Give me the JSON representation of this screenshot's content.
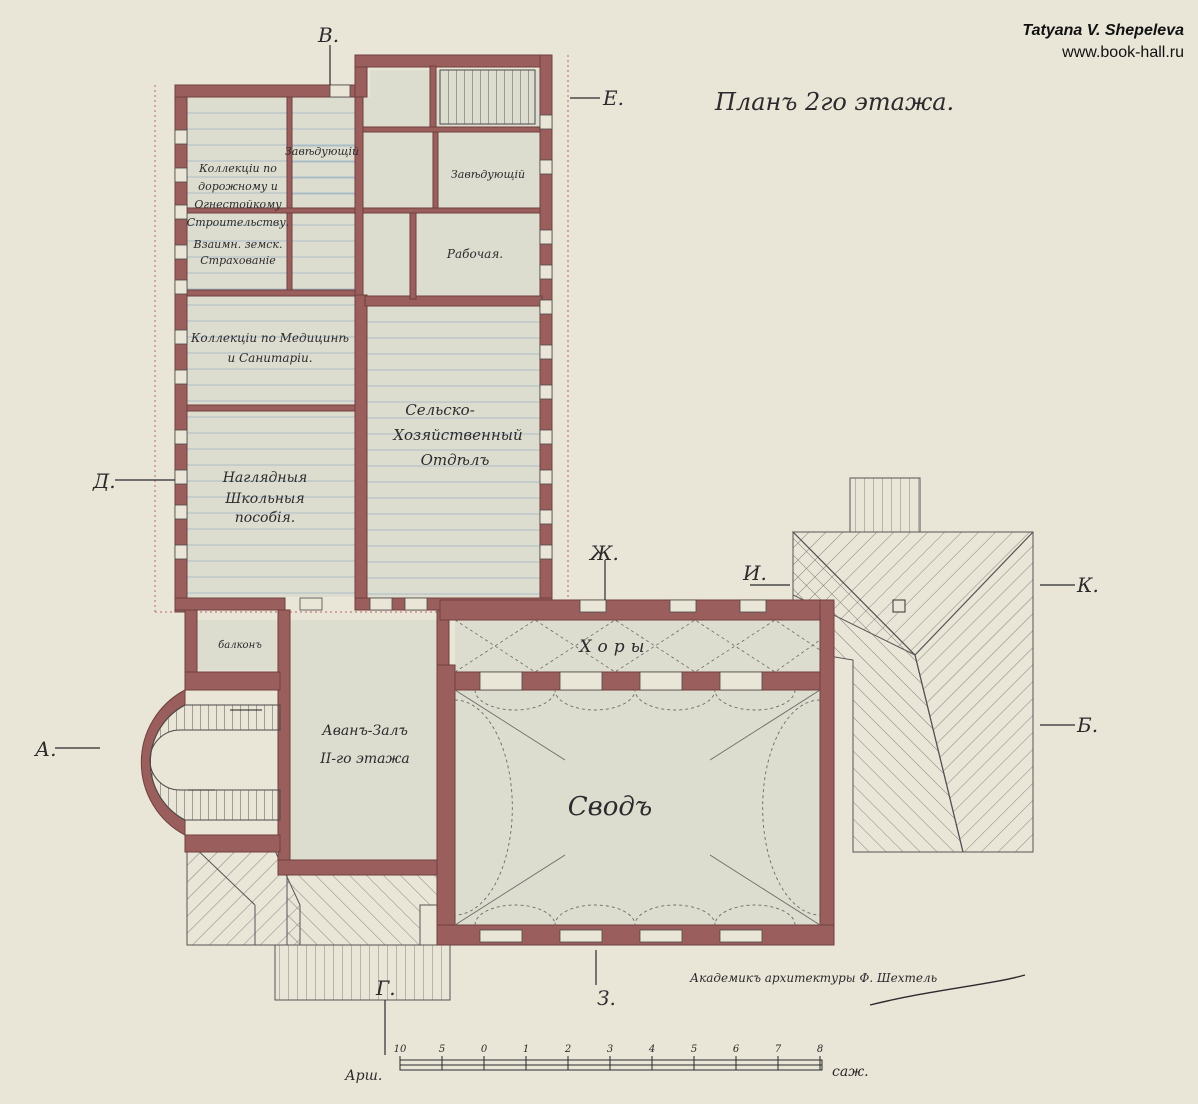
{
  "watermark": {
    "author": "Tatyana V. Shepeleva",
    "site": "www.book-hall.ru"
  },
  "title": "Планъ 2го этажа.",
  "signature": "Академикъ архитектуры Ф. Шехтель",
  "rooms": {
    "collections_roads": [
      "Коллекціи по",
      "дорожному и",
      "Огнестойкому",
      "Строительству."
    ],
    "insurance": [
      "Взаимн. земск.",
      "Страхованіе"
    ],
    "manager_1": "Завѣдующій",
    "manager_2": "Завѣдующій",
    "workroom": "Рабочая.",
    "collections_medicine": [
      "Коллекціи по Медицинѣ",
      "и Санитаріи."
    ],
    "agricultural": [
      "Сельско-",
      "Хозяйственный",
      "Отдѣлъ"
    ],
    "school_aids": [
      "Наглядныя",
      "Школьныя",
      "пособія."
    ],
    "balcony": "балконъ",
    "choir": "Хоры",
    "anteroom": [
      "Аванъ-Залъ",
      "II-го этажа"
    ],
    "vault": "Сводъ"
  },
  "section_marks": [
    "В.",
    "Е.",
    "Д.",
    "Ж.",
    "И.",
    "К.",
    "Б.",
    "А.",
    "З.",
    "Г."
  ],
  "scale": {
    "label": "Арш.",
    "end_label": "саж.",
    "ticks": [
      "10",
      "5",
      "0",
      "1",
      "2",
      "3",
      "4",
      "5",
      "6",
      "7",
      "8"
    ]
  },
  "colors": {
    "paper": "#e9e5d7",
    "wall": "#9a5f5c",
    "wall_dark": "#6f3f3d",
    "floor": "#dcdccf",
    "ink": "#2c2a2d",
    "grid": "#9db0c9"
  }
}
